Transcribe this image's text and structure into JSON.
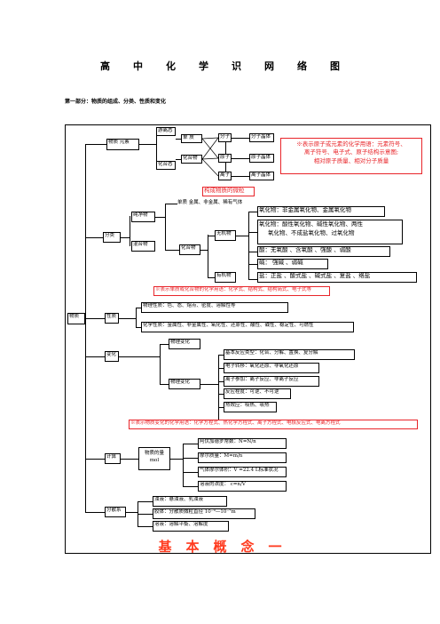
{
  "title_chars": [
    "高",
    "中",
    "化",
    "学",
    "识",
    "网",
    "络",
    "图"
  ],
  "subtitle": "第一部分：物质的组成、分类、性质和变化",
  "root": "物质",
  "composition": {
    "label": "物质  元素",
    "free_state": "游离态",
    "combined_state": "化合态",
    "simple_substance": "单  质",
    "compound": "化合物",
    "molecule": "分子",
    "atom": "原子",
    "ion": "离子",
    "molecular_crystal": "分子晶体",
    "atomic_crystal": "原子晶体",
    "ionic_crystal": "离子晶体",
    "note": [
      "※表示原子或元素的化学用语：元素符号、",
      "离子符号、电子式、原子结构示意图;",
      "相对原子质量、相对分子质量"
    ]
  },
  "micro_particles": "构成物质的微粒",
  "classification": {
    "label": "分类",
    "pure": "纯净物",
    "mixture": "混合物",
    "elements_kinds": "单质  金属、非金属、稀有气体",
    "compound": "化合物",
    "inorganic": "无机物",
    "organic": "有机物",
    "oxides1": "氧化物：非金属氧化物、金属氧化物",
    "oxides2": [
      "氧化物：酸性氧化物、碱性氧化物、两性",
      "氧化物、不成盐氧化物、过氧化物"
    ],
    "acid": "酸：无氧酸 、含氧酸 、强酸 、弱酸",
    "base": "碱： 强碱  、弱碱",
    "salt": "盐：正盐 、酸式盐 、碱式盐 、复盐 、络盐",
    "note": "※表示单质或化合物的化学用语：化学式、结构式、结构简式、电子式等"
  },
  "properties": {
    "label": "性质",
    "physical": "物理性质：色、态、熔点、密度、溶解性等",
    "chemical": "化学性质：金属性、非金属性、氧化性、还原性、酸性、碱性、稳定性、可燃性"
  },
  "changes": {
    "label": "变化",
    "physical": "物理变化",
    "chemical": "物理变化",
    "reactions": [
      "基本反应类型：化合、分解、置换、复分解",
      "电子转移：氧化还原、非氧化还原",
      "离子参加：离子反应、非离子反应",
      "反应程度：可逆、不可逆",
      "热效应：吸热、吸热"
    ],
    "note": "※表示物质变化的化学用语：化学方程式、热化学方程式、离子方程式、电极反应式、电离方程式"
  },
  "calculation": {
    "label": "计算",
    "amount": "物质的量",
    "mol": "mol",
    "items": [
      "阿伏加德罗常数：N=N/n",
      "摩尔质量：M=m/n",
      "气体摩尔体积：V =22.4  L标准状况",
      "溶液的浓度： c=n/V"
    ]
  },
  "dispersion": {
    "label": "分散系",
    "items": [
      "浊液：悬浊液、乳浊液",
      "胶体：分散质微粒直径 10⁻⁹—10⁻⁷m",
      "溶液：溶解平衡、溶解度"
    ]
  },
  "footer_chars": [
    "基",
    "本",
    "概",
    "念",
    "一"
  ]
}
